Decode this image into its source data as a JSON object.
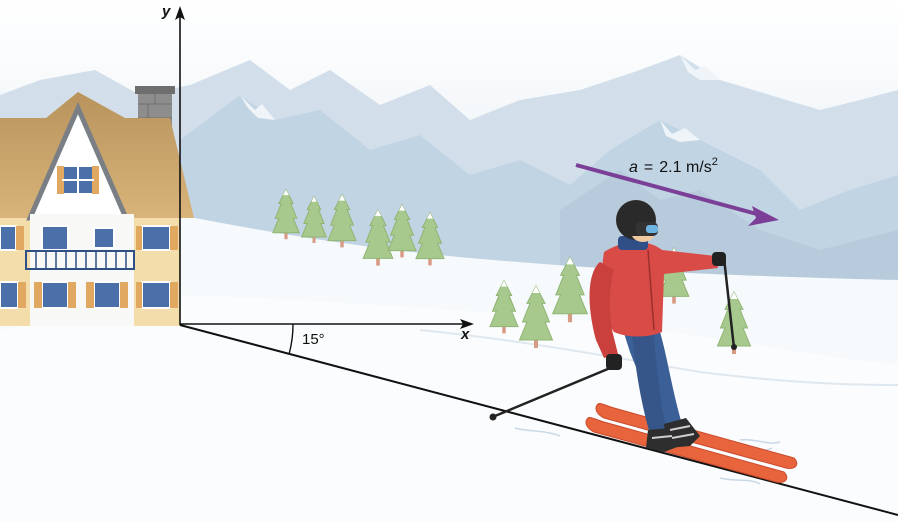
{
  "axes": {
    "x_label": "x",
    "y_label": "y"
  },
  "angle": {
    "label": "15°"
  },
  "acceleration": {
    "symbol": "a",
    "equals": "=",
    "value": "2.1 m/s",
    "exponent": "2",
    "arrow_color": "#7b3f97"
  },
  "colors": {
    "sky_top": "#dce6ee",
    "mountain_far": "#c9d9e6",
    "mountain_near": "#b4c9db",
    "snow": "#f6f9fb",
    "jacket": "#d84b47",
    "pants": "#3b5f97",
    "skis": "#e8643d",
    "house_wall": "#f4dfae",
    "roof": "#c7a26a",
    "tree": "#a8c98d"
  },
  "scene_objects": {
    "house": "chalet",
    "skier": "skier",
    "trees": "pine-trees",
    "mountains": "mountain-range"
  }
}
